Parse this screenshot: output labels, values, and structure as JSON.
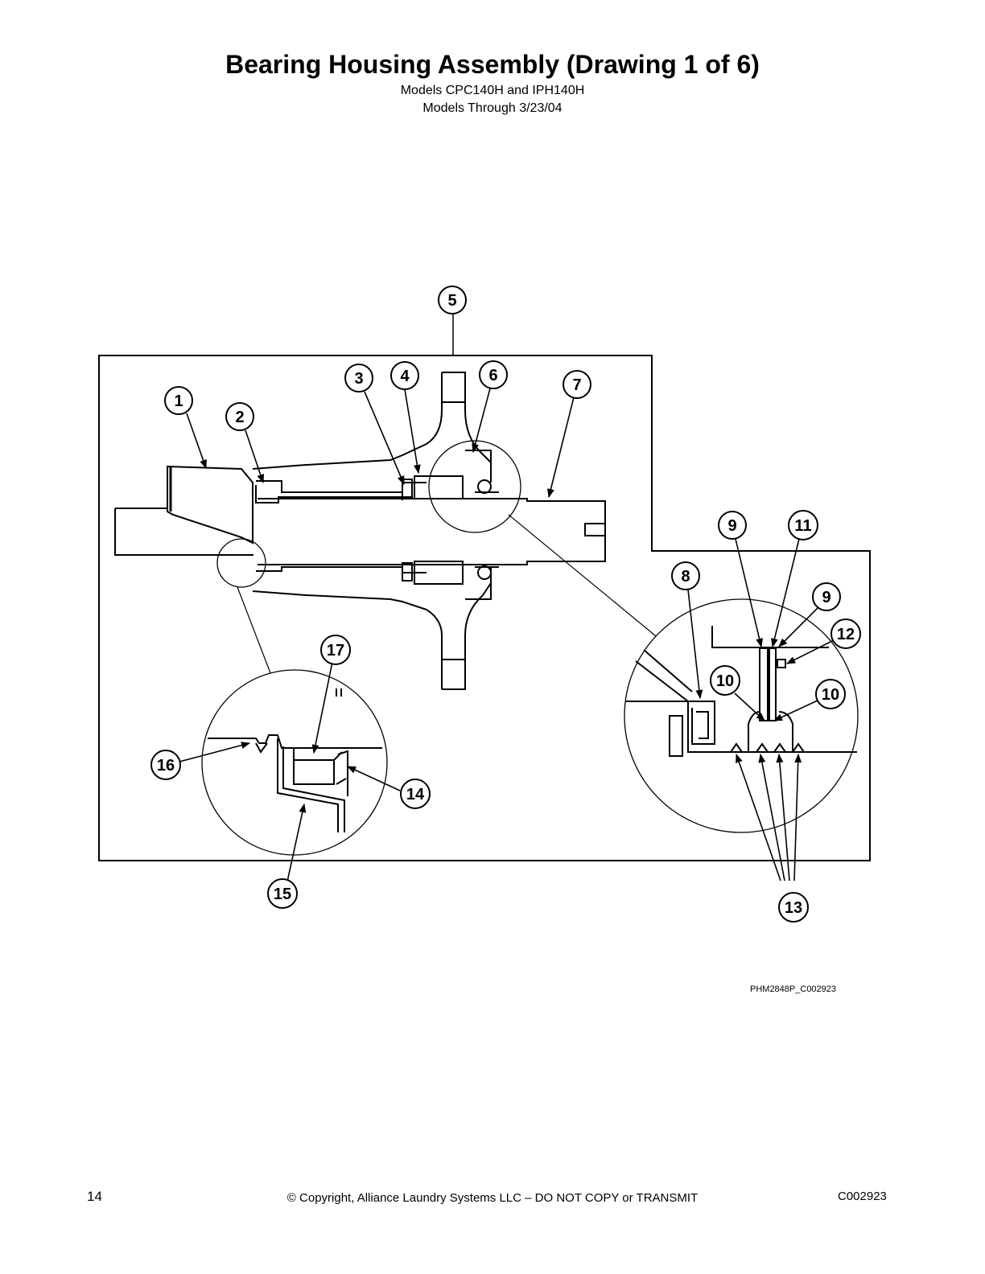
{
  "header": {
    "title": "Bearing Housing Assembly (Drawing 1 of 6)",
    "subtitle_1": "Models CPC140H and IPH140H",
    "subtitle_2": "Models Through 3/23/04"
  },
  "diagram": {
    "callouts": [
      "1",
      "2",
      "3",
      "4",
      "5",
      "6",
      "7",
      "8",
      "9",
      "9",
      "10",
      "10",
      "11",
      "12",
      "13",
      "14",
      "15",
      "16",
      "17"
    ],
    "drawing_code": "PHM2848P_C002923"
  },
  "footer": {
    "page_number": "14",
    "copyright": "© Copyright, Alliance Laundry Systems LLC – DO NOT COPY or TRANSMIT",
    "doc_id": "C002923"
  }
}
